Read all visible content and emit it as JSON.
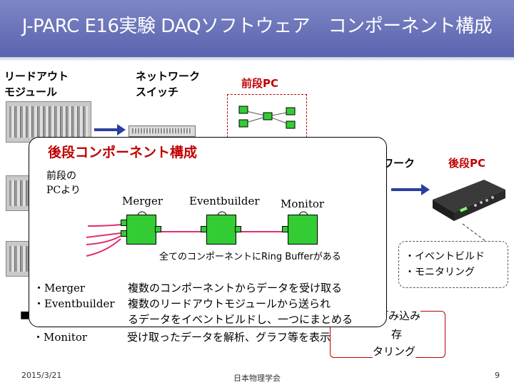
{
  "title": "J-PARC E16実験 DAQソフトウェア　コンポーネント構成",
  "labels": {
    "readout_1": "リードアウト",
    "readout_2": "モジュール",
    "switch_1": "ネットワーク",
    "switch_2": "スイッチ",
    "front_pc": "前段PC",
    "network_partial": "ワーク",
    "back_pc": "後段PC"
  },
  "callout": {
    "heading": "後段コンポーネント構成",
    "from_1": "前段の",
    "from_2": "PCより",
    "components": [
      "Merger",
      "Eventbuilder",
      "Monitor"
    ],
    "ring_buffer_note": "全てのコンポーネントにRing Bufferがある",
    "descriptions": [
      {
        "name": "・Merger",
        "text_1": "複数のコンポーネントからデータを受け取る",
        "text_2": ""
      },
      {
        "name": "・Eventbuilder",
        "text_1": "複数のリードアウトモジュールから送られ",
        "text_2": "るデータをイベントビルドし、一つにまとめる"
      },
      {
        "name": "・Monitor",
        "text_1": "受け取ったデータを解析、グラフ等を表示",
        "text_2": ""
      }
    ]
  },
  "right_list": [
    "・イベントビルド",
    "・モニタリング"
  ],
  "peek": {
    "bullet": "■",
    "l1": "み込み",
    "l2": "存",
    "l3": "タリング"
  },
  "footer": {
    "date": "2015/3/21",
    "center": "日本物理学会",
    "page": "9"
  },
  "colors": {
    "title_bar": "#6d76bb",
    "accent_red": "#c00000",
    "component_green": "#33cc33",
    "line_pink": "#e0306e",
    "arrow_blue": "#2b3fa0"
  }
}
